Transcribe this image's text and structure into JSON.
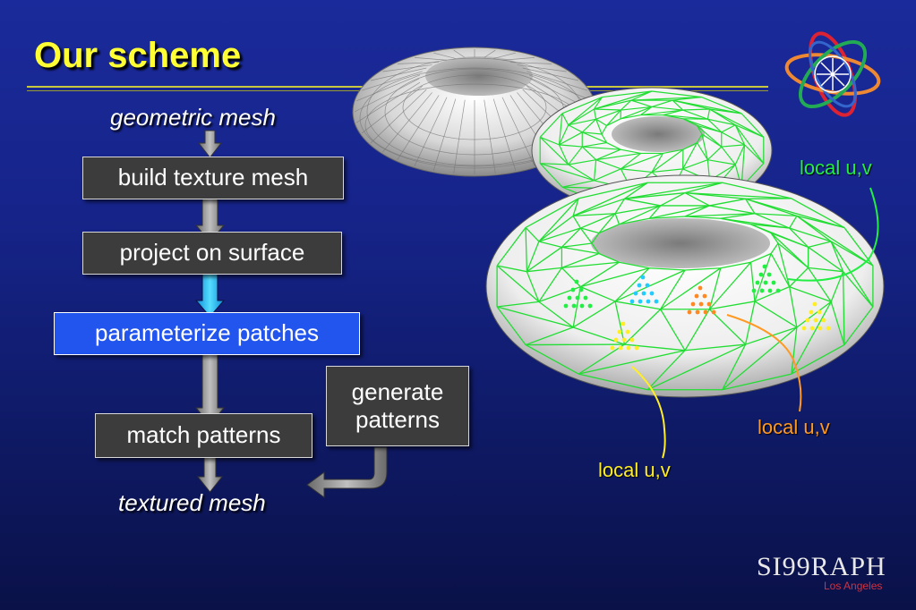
{
  "title": "Our scheme",
  "flow": {
    "input_label": "geometric mesh",
    "steps": [
      "build texture mesh",
      "project on surface",
      "parameterize patches",
      "match patterns"
    ],
    "side_step": [
      "generate",
      "patterns"
    ],
    "output_label": "textured mesh"
  },
  "annotations": {
    "green": {
      "text": "local u,v",
      "color": "#22ee44"
    },
    "orange": {
      "text": "local u,v",
      "color": "#ff9922"
    },
    "yellow": {
      "text": "local u,v",
      "color": "#ffee22"
    }
  },
  "colors": {
    "title": "#ffff33",
    "highlight_box": "#2255ee",
    "step_box": "#3c3c3c",
    "mesh_wire": "#22dd33"
  },
  "branding": {
    "logo_text": "SI99RAPH",
    "location": "Los Angeles"
  }
}
